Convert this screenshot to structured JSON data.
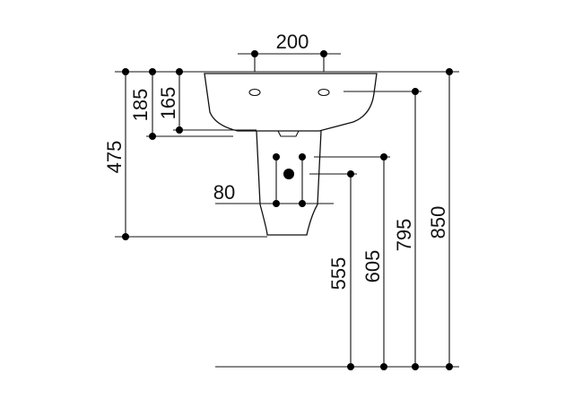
{
  "dimensions": {
    "top_width": "200",
    "basin_front_height": "185",
    "basin_inner_height": "165",
    "pedestal_height": "475",
    "waste_width": "80",
    "waste_height": "555",
    "trap_height": "605",
    "tap_height": "795",
    "rim_height": "850"
  }
}
